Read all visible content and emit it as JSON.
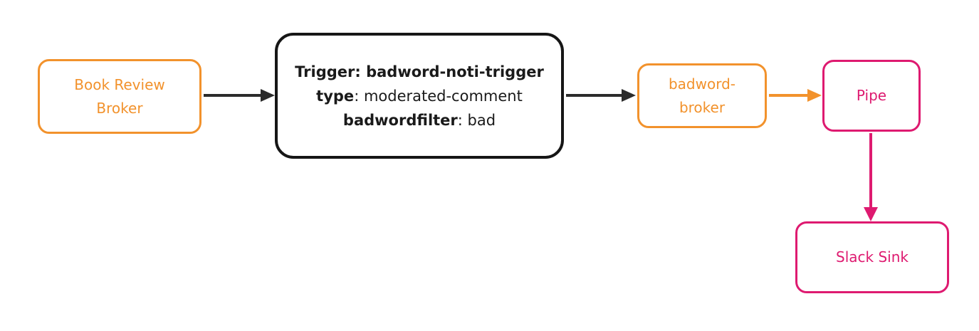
{
  "diagram": {
    "colors": {
      "orange": "#F2922C",
      "pink": "#DE1A70",
      "dark": "#2B2B2B",
      "background": "#FFFFFF"
    },
    "nodes": {
      "book_review_broker": {
        "line1": "Book Review",
        "line2": "Broker"
      },
      "trigger_box": {
        "line1": "Trigger: badword-noti-trigger",
        "line2_key": "type",
        "line2_value": ": moderated-comment",
        "line3_key": "badwordfilter",
        "line3_value": ": bad"
      },
      "badword_broker": {
        "line1": "badword-",
        "line2": "broker"
      },
      "pipe": {
        "label": "Pipe"
      },
      "slack_sink": {
        "label": "Slack Sink"
      }
    },
    "edges": [
      {
        "from": "book_review_broker",
        "to": "trigger_box",
        "color": "#2B2B2B"
      },
      {
        "from": "trigger_box",
        "to": "badword_broker",
        "color": "#2B2B2B"
      },
      {
        "from": "badword_broker",
        "to": "pipe",
        "color": "#F2922C"
      },
      {
        "from": "pipe",
        "to": "slack_sink",
        "color": "#DE1A70"
      }
    ]
  }
}
